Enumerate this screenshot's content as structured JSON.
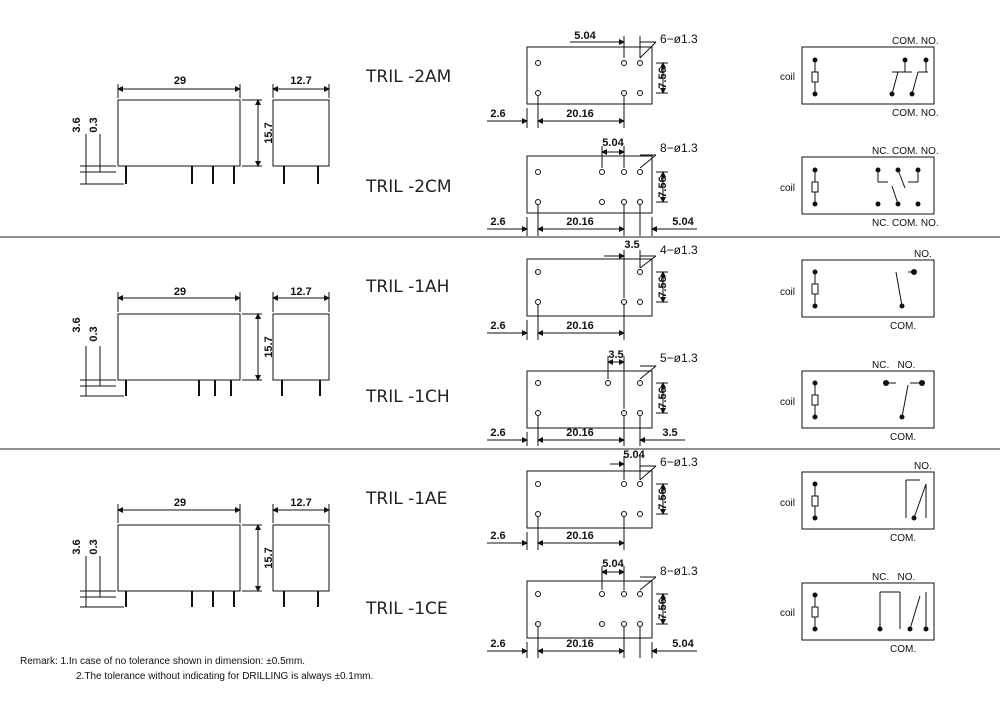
{
  "models": [
    "TRIL -2AM",
    "TRIL -2CM",
    "TRIL -1AH",
    "TRIL -1CH",
    "TRIL -1AE",
    "TRIL -1CE"
  ],
  "body_dims": {
    "length": "29",
    "width": "12.7",
    "height": "15.7",
    "pin_len": "3.6",
    "standoff": "0.3"
  },
  "layouts": [
    {
      "pitch_top": "5.04",
      "holes": "6−ø1.3",
      "left": "2.6",
      "mid": "20.16",
      "right": "",
      "vert": "7.56"
    },
    {
      "pitch_top": "5.04",
      "holes": "8−ø1.3",
      "left": "2.6",
      "mid": "20.16",
      "right": "5.04",
      "vert": "7.56"
    },
    {
      "pitch_top": "3.5",
      "holes": "4−ø1.3",
      "left": "2.6",
      "mid": "20.16",
      "right": "",
      "vert": "7.56"
    },
    {
      "pitch_top": "3.5",
      "holes": "5−ø1.3",
      "left": "2.6",
      "mid": "20.16",
      "right": "3.5",
      "vert": "7.56"
    },
    {
      "pitch_top": "5.04",
      "holes": "6−ø1.3",
      "left": "2.6",
      "mid": "20.16",
      "right": "",
      "vert": "7.56"
    },
    {
      "pitch_top": "5.04",
      "holes": "8−ø1.3",
      "left": "2.6",
      "mid": "20.16",
      "right": "5.04",
      "vert": "7.56"
    }
  ],
  "schematics": [
    {
      "top": "COM. NO.",
      "bottom": "COM. NO."
    },
    {
      "top": "NC. COM. NO.",
      "bottom": "NC. COM. NO."
    },
    {
      "top": "NO.",
      "bottom": "COM."
    },
    {
      "top": "NC.   NO.",
      "bottom": "COM."
    },
    {
      "top": "NO.",
      "bottom": "COM."
    },
    {
      "top": "NC.   NO.",
      "bottom": "COM."
    }
  ],
  "coil_label": "coil",
  "remarks": [
    "Remark: 1.In case of no tolerance shown in dimension: ±0.5mm.",
    "2.The tolerance without indicating for DRILLING is always ±0.1mm."
  ]
}
